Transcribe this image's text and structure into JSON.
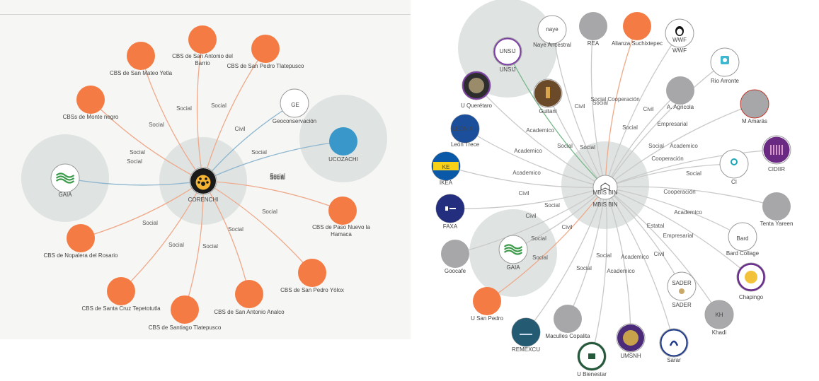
{
  "colors": {
    "orange": "#f47c44",
    "blue": "#3a97c9",
    "gray": "#a7a7aa",
    "halo": "#dfe3e2",
    "edge_blue": "#8db6cf",
    "edge_orange": "#efa98a",
    "edge_gray": "#c9c9c9",
    "edge_green": "#77b889"
  },
  "left_network": {
    "center": {
      "id": "corenchi",
      "label": "CORENCHI",
      "icon": "jaguar-pawprint-logo"
    },
    "nodes": [
      {
        "id": "gaia",
        "label": "GAIA",
        "kind": "logo",
        "icon": "gaia-wave-logo"
      },
      {
        "id": "monte-negro",
        "label": "CBSs de Monte negro",
        "kind": "orange"
      },
      {
        "id": "san-mateo",
        "label": "CBS de San Mateo Yetla",
        "kind": "orange"
      },
      {
        "id": "san-antonio-barrio",
        "label": "CBS de San Antonio del Barrio",
        "kind": "orange"
      },
      {
        "id": "san-pedro-tlatepusco",
        "label": "CBS de San Pedro Tlatepusco",
        "kind": "orange"
      },
      {
        "id": "geoconservacion",
        "label": "Geoconservación",
        "kind": "logo",
        "icon": "geo-logo"
      },
      {
        "id": "ucozachi",
        "label": "UCOZACHI",
        "kind": "blue"
      },
      {
        "id": "paso-nuevo",
        "label": "CBS de Paso Nuevo la Hamaca",
        "kind": "orange"
      },
      {
        "id": "san-pedro-yolox",
        "label": "CBS de San Pedro Yólox",
        "kind": "orange"
      },
      {
        "id": "san-antonio-analco",
        "label": "CBS de San Antonio Analco",
        "kind": "orange"
      },
      {
        "id": "santiago",
        "label": "CBS de Santiago Tlatepusco",
        "kind": "orange"
      },
      {
        "id": "santa-cruz",
        "label": "CBS de Santa Cruz Tepetotutla",
        "kind": "orange"
      },
      {
        "id": "nopalera",
        "label": "CBS de Nopalera del Rosario",
        "kind": "orange"
      }
    ],
    "edge_labels": [
      "Social",
      "Social",
      "Social",
      "Social",
      "Social",
      "Civil",
      "Social",
      "Social",
      "Social",
      "Social",
      "Social",
      "Social",
      "Social",
      "Social",
      "Social"
    ]
  },
  "right_network": {
    "center": {
      "id": "mbis-bin",
      "label": "MBIS BIN",
      "icon": "mbis-bin-book-logo"
    },
    "nodes": [
      {
        "id": "unsij",
        "label": "UNSIJ",
        "kind": "logo",
        "icon": "unsij-shield-logo"
      },
      {
        "id": "naye",
        "label": "Naye Ancestral",
        "kind": "logo",
        "icon": "naye-script-logo"
      },
      {
        "id": "rea",
        "label": "REA",
        "kind": "gray"
      },
      {
        "id": "alianza",
        "label": "Alianza Suchixtepec",
        "kind": "orange"
      },
      {
        "id": "wwf",
        "label": "WWF",
        "kind": "logo",
        "icon": "wwf-panda-logo"
      },
      {
        "id": "rio-arronte",
        "label": "Rio Arronte",
        "kind": "logo",
        "icon": "rio-arronte-logo"
      },
      {
        "id": "agricola",
        "label": "A. Agricola",
        "kind": "gray"
      },
      {
        "id": "amaras",
        "label": "M Amarás",
        "kind": "gray"
      },
      {
        "id": "cidiir",
        "label": "CIDIIR",
        "kind": "logo",
        "icon": "cidiir-logo"
      },
      {
        "id": "ci",
        "label": "CI",
        "kind": "logo",
        "icon": "ci-logo"
      },
      {
        "id": "tenta",
        "label": "Tenta Yareen",
        "kind": "gray"
      },
      {
        "id": "bard",
        "label": "Bard Collage",
        "kind": "logo",
        "icon": "bard-logo"
      },
      {
        "id": "chapingo",
        "label": "Chapingo",
        "kind": "logo",
        "icon": "chapingo-logo"
      },
      {
        "id": "khadi",
        "label": "Khadi",
        "kind": "logo",
        "icon": "kh-logo"
      },
      {
        "id": "sader",
        "label": "SADER",
        "kind": "logo",
        "icon": "sader-logo"
      },
      {
        "id": "sarar",
        "label": "Sarar",
        "kind": "logo",
        "icon": "sarar-logo"
      },
      {
        "id": "umsnh",
        "label": "UMSNH",
        "kind": "logo",
        "icon": "umsnh-seal-logo"
      },
      {
        "id": "bienestar",
        "label": "U Bienestar",
        "kind": "logo",
        "icon": "bienestar-logo"
      },
      {
        "id": "maculles",
        "label": "Maculles Copalita",
        "kind": "gray"
      },
      {
        "id": "remexcu",
        "label": "REMEXCU",
        "kind": "logo",
        "icon": "remexcu-logo"
      },
      {
        "id": "san-pedro",
        "label": "U San Pedro",
        "kind": "orange"
      },
      {
        "id": "goocafe",
        "label": "Goocafe",
        "kind": "gray"
      },
      {
        "id": "gaia-r",
        "label": "GAIA",
        "kind": "logo",
        "icon": "gaia-wave-logo"
      },
      {
        "id": "faxa",
        "label": "FAXA",
        "kind": "logo",
        "icon": "faxa-logo"
      },
      {
        "id": "ikea",
        "label": "IKEA",
        "kind": "logo",
        "icon": "ikea-logo"
      },
      {
        "id": "leon-trece",
        "label": "León Trece",
        "kind": "logo",
        "icon": "leon-trece-logo"
      },
      {
        "id": "queretaro",
        "label": "U Querétaro",
        "kind": "logo",
        "icon": "queretaro-logo"
      },
      {
        "id": "guitani",
        "label": "Guitani",
        "kind": "logo",
        "icon": "guitani-photo"
      }
    ],
    "edge_labels": [
      "Academico",
      "Social",
      "Civil",
      "Social",
      "Social Cooperación",
      "Civil",
      "Social",
      "Empresarial",
      "Social",
      "Academico",
      "Cooperación",
      "Social",
      "Cooperación",
      "Academico",
      "Empresarial",
      "Civil",
      "Estatal",
      "Academico",
      "Academico",
      "Social",
      "Social",
      "Social",
      "Social",
      "Civil",
      "Social",
      "Civil",
      "Civil",
      "Academico",
      "Academico",
      "Social"
    ]
  }
}
